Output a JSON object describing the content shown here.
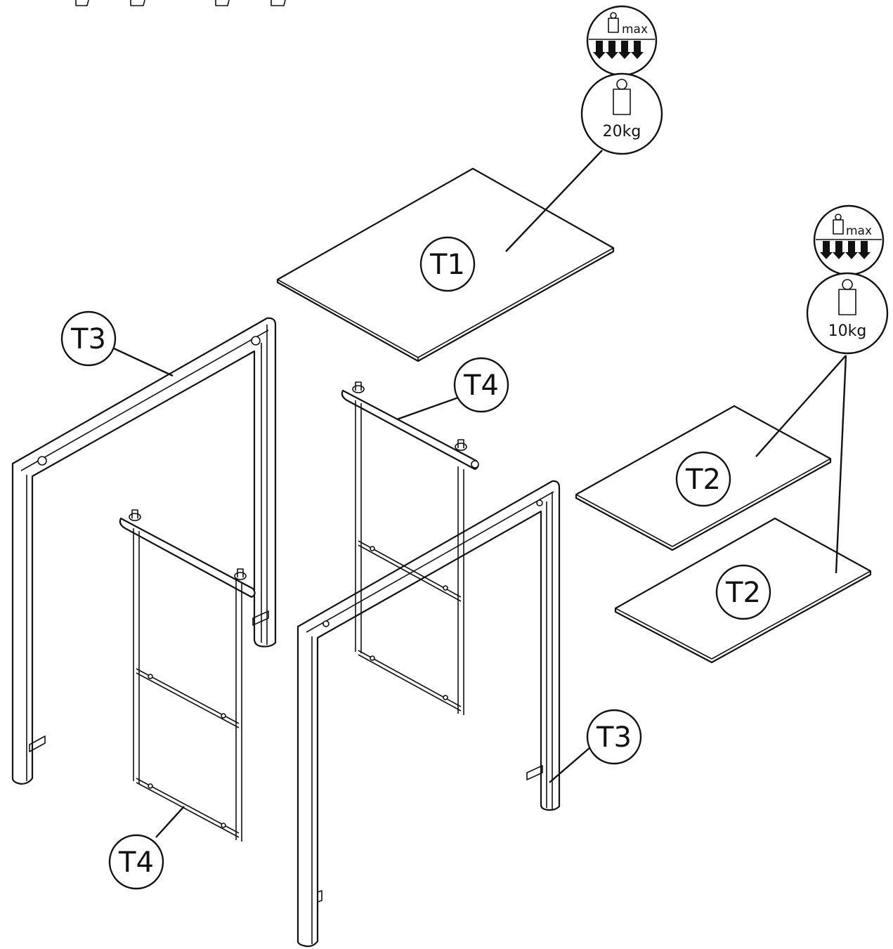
{
  "labels": {
    "t1": "T1",
    "t2_upper": "T2",
    "t2_lower": "T2",
    "t3_left": "T3",
    "t3_right": "T3",
    "t4_center": "T4",
    "t4_left": "T4"
  },
  "load_ratings": {
    "top_panel": {
      "max_label": "max",
      "weight": "20kg"
    },
    "shelf_panels": {
      "max_label": "max",
      "weight": "10kg"
    }
  },
  "icons": [
    "max-load-icon",
    "weight-icon",
    "downward-arrows-icon"
  ]
}
